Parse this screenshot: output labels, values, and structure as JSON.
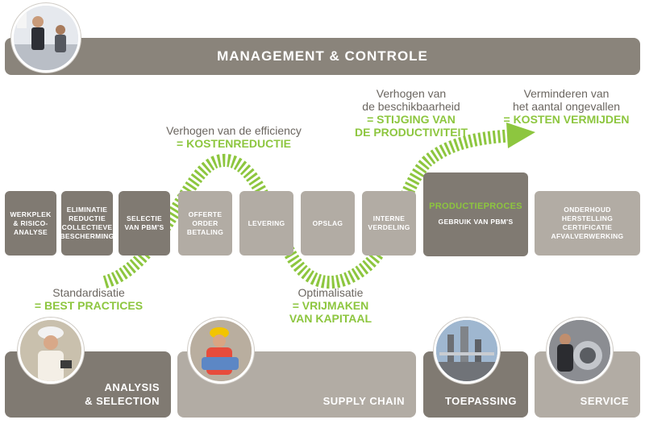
{
  "header": {
    "title": "MANAGEMENT & CONTROLE"
  },
  "process_steps": [
    {
      "lines": [
        "WERKPLEK",
        "& RISICO-",
        "ANALYSE"
      ]
    },
    {
      "lines": [
        "ELIMINATIE",
        "REDUCTIE",
        "COLLECTIEVE",
        "BESCHERMING"
      ]
    },
    {
      "lines": [
        "SELECTIE",
        "VAN PBM'S"
      ]
    },
    {
      "lines": [
        "OFFERTE",
        "ORDER",
        "BETALING"
      ]
    },
    {
      "lines": [
        "LEVERING"
      ]
    },
    {
      "lines": [
        "OPSLAG"
      ]
    },
    {
      "lines": [
        "INTERNE",
        "VERDELING"
      ]
    },
    {
      "title": "PRODUCTIEPROCES",
      "lines": [
        "GEBRUIK VAN PBM'S"
      ]
    },
    {
      "lines": [
        "ONDERHOUD",
        "HERSTELLING",
        "CERTIFICATIE",
        "AFVALVERWERKING"
      ]
    }
  ],
  "annotations": {
    "standardisatie": {
      "text": "Standardisatie",
      "result": "= BEST PRACTICES"
    },
    "efficiency": {
      "text": "Verhogen van de efficiency",
      "result": "= KOSTENREDUCTIE"
    },
    "optimalisatie": {
      "text": "Optimalisatie",
      "result1": "= VRIJMAKEN",
      "result2": "VAN KAPITAAL"
    },
    "beschikbaarheid": {
      "text1": "Verhogen van",
      "text2": "de beschikbaarheid",
      "result1": "= STIJGING VAN",
      "result2": "DE PRODUCTIVITEIT"
    },
    "ongevallen": {
      "text1": "Verminderen van",
      "text2": "het aantal ongevallen",
      "result": "= KOSTEN VERMIJDEN"
    }
  },
  "phases": [
    {
      "line1": "ANALYSIS",
      "line2": "& SELECTION"
    },
    {
      "line1": "SUPPLY CHAIN"
    },
    {
      "line1": "TOEPASSING"
    },
    {
      "line1": "SERVICE"
    }
  ],
  "colors": {
    "accent": "#8dc63f",
    "dark_box": "#807a72",
    "light_box": "#b2aca4",
    "bar": "#8a847b"
  }
}
